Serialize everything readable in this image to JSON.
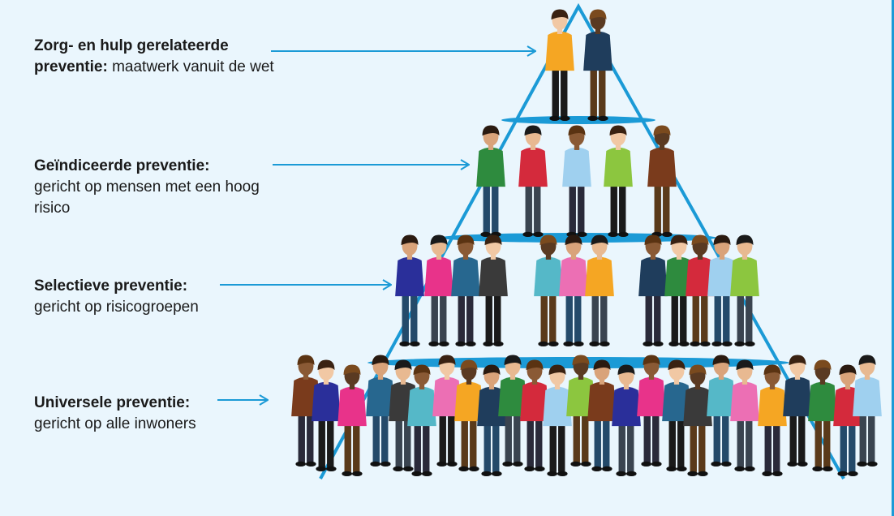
{
  "levels": [
    {
      "title": "Zorg- en hulp gerelateerde preventie:",
      "description": "maatwerk vanuit de wet"
    },
    {
      "title": "Geïndiceerde preventie:",
      "description": "gericht op mensen met een hoog risico"
    },
    {
      "title": "Selectieve preventie:",
      "description": "gericht op risicogroepen"
    },
    {
      "title": "Universele preventie:",
      "description": "gericht op alle inwoners"
    }
  ],
  "colors": {
    "background": "#eaf6fd",
    "accent": "#1b9ad6",
    "text": "#1a1a1a"
  }
}
